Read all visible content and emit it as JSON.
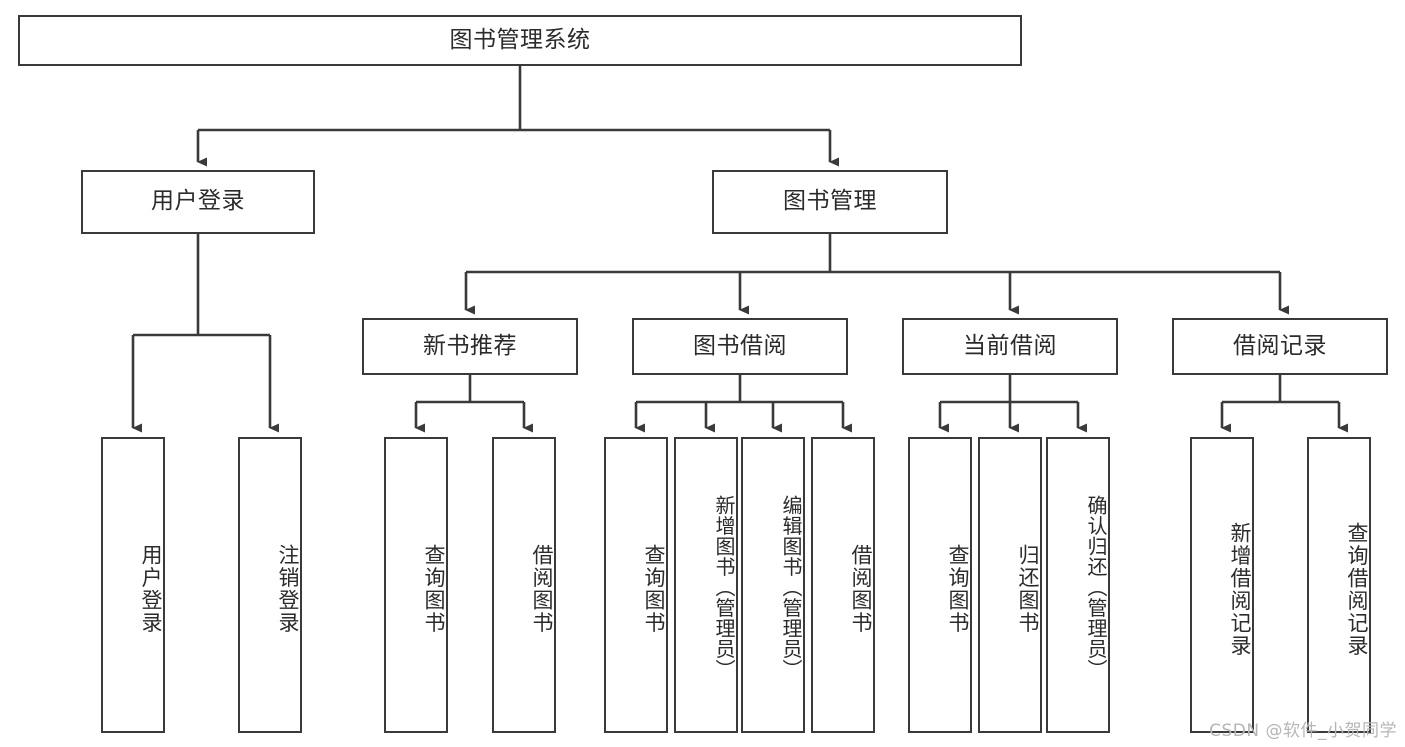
{
  "diagram": {
    "title": "图书管理系统",
    "type": "tree-hierarchy-chart",
    "colors": {
      "background": "#ffffff",
      "box_border": "#3a3a3a",
      "box_fill": "#ffffff",
      "text": "#2b2b2b",
      "connector": "#3a3a3a",
      "watermark": "#b6b6b6"
    },
    "root": {
      "label": "图书管理系统"
    },
    "level1": [
      {
        "label": "用户登录"
      },
      {
        "label": "图书管理"
      }
    ],
    "level2": [
      {
        "label": "新书推荐"
      },
      {
        "label": "图书借阅"
      },
      {
        "label": "当前借阅"
      },
      {
        "label": "借阅记录"
      }
    ],
    "leaves": {
      "user_login": [
        {
          "label": "用户登录"
        },
        {
          "label": "注销登录"
        }
      ],
      "new_book_recommend": [
        {
          "label": "查询图书"
        },
        {
          "label": "借阅图书"
        }
      ],
      "book_borrow": [
        {
          "label": "查询图书"
        },
        {
          "label": "新增图书（管理员）"
        },
        {
          "label": "编辑图书（管理员）"
        },
        {
          "label": "借阅图书"
        }
      ],
      "current_borrow": [
        {
          "label": "查询图书"
        },
        {
          "label": "归还图书"
        },
        {
          "label": "确认归还（管理员）"
        }
      ],
      "borrow_record": [
        {
          "label": "新增借阅记录"
        },
        {
          "label": "查询借阅记录"
        }
      ]
    }
  },
  "watermark": {
    "text": "CSDN @软件_小贺同学"
  }
}
